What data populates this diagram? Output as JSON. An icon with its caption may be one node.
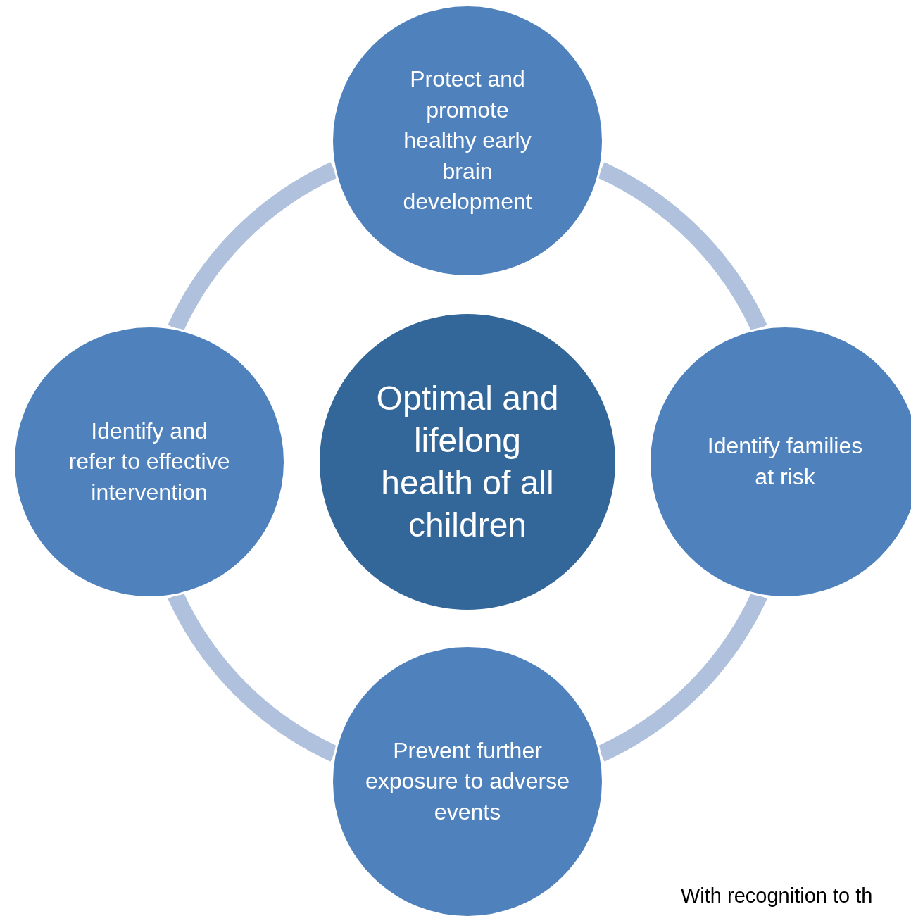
{
  "diagram": {
    "nodes": [
      {
        "text": [
          "Protect and promote healthy early brain development"
        ]
      },
      {
        "text": [
          "Identify and refer to effective intervention"
        ]
      },
      {
        "text": [
          "Optimal and lifelong health of all children"
        ]
      },
      {
        "text": [
          "Identify families at risk"
        ]
      },
      {
        "text": [
          "Prevent further exposure to adverse events"
        ]
      }
    ],
    "edges": [
      {
        "from": 0,
        "to": 3,
        "arrow": "none"
      },
      {
        "from": 3,
        "to": 4,
        "arrow": "none"
      },
      {
        "from": 4,
        "to": 1,
        "arrow": "none"
      },
      {
        "from": 1,
        "to": 0,
        "arrow": "none"
      }
    ],
    "labels": [
      "With recognition to th"
    ]
  }
}
